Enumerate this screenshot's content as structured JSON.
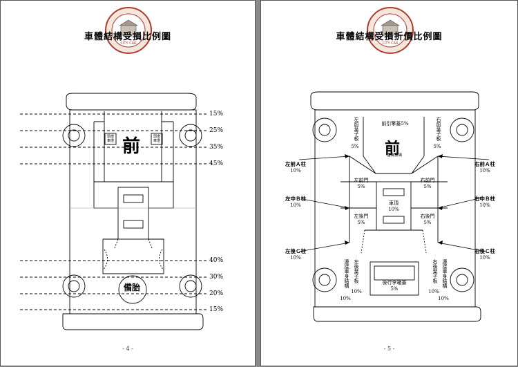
{
  "left_page": {
    "title": "車體結構受損比例圖",
    "page_number": "- 4 -",
    "front_label": "前",
    "spare_tire_label": "備胎",
    "left_headlight_label": "頭燈\n車燈",
    "right_headlight_label": "頭燈\n車燈",
    "percent_lines": [
      {
        "label": "15%"
      },
      {
        "label": "25%"
      },
      {
        "label": "35%"
      },
      {
        "label": "45%"
      },
      {
        "label": "40%"
      },
      {
        "label": "30%"
      },
      {
        "label": "20%"
      },
      {
        "label": "15%"
      }
    ]
  },
  "right_page": {
    "title": "車體結構受損折價比例圖",
    "page_number": "- 5 -",
    "front_label": "前",
    "front_sub_label": "擋風玻璃",
    "hood": {
      "name": "前引擎蓋",
      "value": "5%"
    },
    "left_front_fender": {
      "name": "左前葉子板",
      "value": "5%"
    },
    "right_front_fender": {
      "name": "右前葉子板",
      "value": "5%"
    },
    "left_front_door": {
      "name": "左前門",
      "value": "5%"
    },
    "right_front_door": {
      "name": "右前門",
      "value": "5%"
    },
    "left_rear_door": {
      "name": "左後門",
      "value": "5%"
    },
    "right_rear_door": {
      "name": "右後門",
      "value": "5%"
    },
    "roof": {
      "name": "車頂",
      "value": "10%"
    },
    "trunk": {
      "name": "後行李箱蓋",
      "value": "5%"
    },
    "left_rear_fender": {
      "name": "左後葉子板",
      "value": "10%"
    },
    "right_rear_fender": {
      "name": "右後葉子板",
      "value": "10%"
    },
    "left_rear_panel": {
      "name": "連接車身結構",
      "value": "10%"
    },
    "right_rear_panel": {
      "name": "連接車身結構",
      "value": "10%"
    },
    "pillars": [
      {
        "name": "左前Ａ柱",
        "value": "10%"
      },
      {
        "name": "右前Ａ柱",
        "value": "10%"
      },
      {
        "name": "左中Ｂ柱",
        "value": "10%"
      },
      {
        "name": "右中Ｂ柱",
        "value": "10%"
      },
      {
        "name": "左後Ｃ柱",
        "value": "10%"
      },
      {
        "name": "右後Ｃ柱",
        "value": "10%"
      }
    ]
  },
  "seal": {
    "text": "CITY CAR"
  },
  "colors": {
    "line": "#000000",
    "paper": "#ffffff",
    "seal_red": "#b03a2e",
    "background": "#8a8a8a"
  }
}
